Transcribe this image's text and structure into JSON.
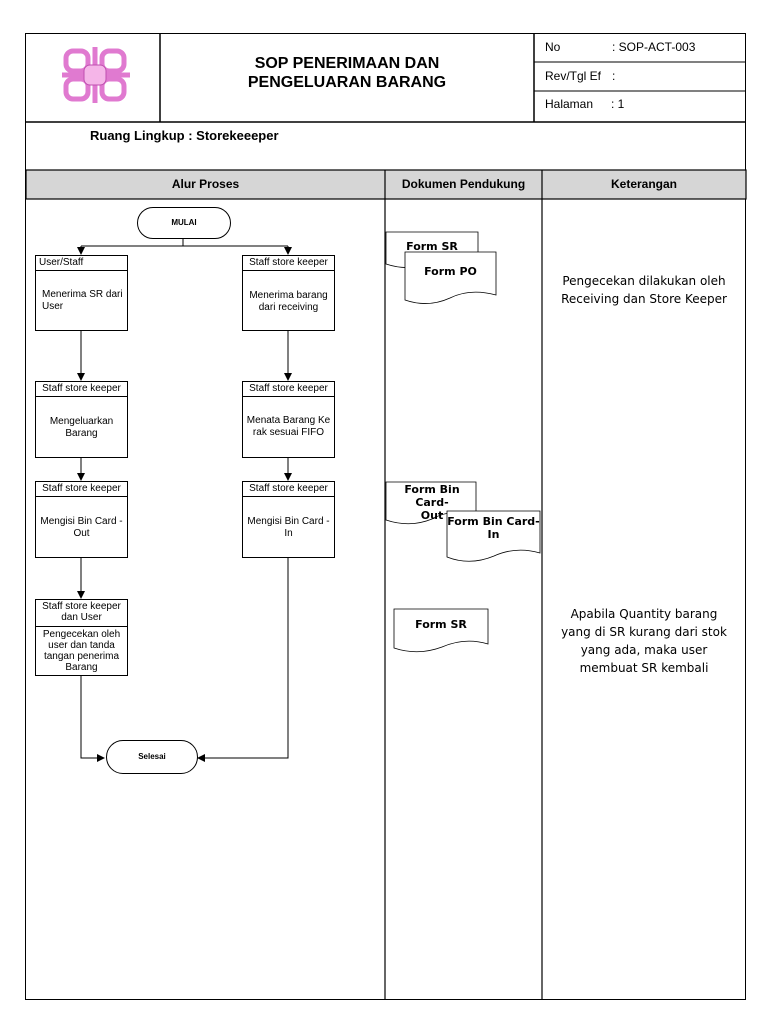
{
  "header": {
    "title_line1": "SOP PENERIMAAN DAN",
    "title_line2": "PENGELUARAN BARANG",
    "meta": [
      {
        "label": "No",
        "value": ": SOP-ACT-003"
      },
      {
        "label": "Rev/Tgl Ef",
        "value": ":"
      },
      {
        "label": "Halaman",
        "value": ": 1"
      }
    ],
    "logo_icon": "pink-knot-logo",
    "logo_color": "#e07ad0"
  },
  "scope": "Ruang Lingkup : Storekeeeper",
  "columns": [
    "Alur Proses",
    "Dokumen Pendukung",
    "Keterangan"
  ],
  "flow": {
    "start": "MULAI",
    "end": "Selesai",
    "left": [
      {
        "role": "User/Staff",
        "task": "Menerima SR dari User"
      },
      {
        "role": "Staff store keeper",
        "task": "Mengeluarkan Barang"
      },
      {
        "role": "Staff store keeper",
        "task": "Mengisi Bin Card - Out"
      },
      {
        "role": "Staff store keeper dan User",
        "task": "Pengecekan oleh user dan tanda tangan penerima Barang"
      }
    ],
    "right": [
      {
        "role": "Staff store keeper",
        "task": "Menerima barang dari receiving"
      },
      {
        "role": "Staff store keeper",
        "task": "Menata Barang Ke rak sesuai FIFO"
      },
      {
        "role": "Staff store keeper",
        "task": "Mengisi Bin Card - In"
      }
    ]
  },
  "documents": {
    "form_sr_1": "Form SR",
    "form_po": "Form PO",
    "bin_card_out_1": "Form Bin Card-",
    "bin_card_out_2": "Out",
    "bin_card_in_1": "Form Bin Card-",
    "bin_card_in_2": "In",
    "form_sr_2": "Form SR"
  },
  "notes": {
    "note1_line1": "Pengecekan dilakukan oleh",
    "note1_line2": "Receiving dan Store Keeper",
    "note2_line1": "Apabila Quantity barang",
    "note2_line2": "yang di SR kurang dari stok",
    "note2_line3": "yang ada, maka user",
    "note2_line4": "membuat SR kembali"
  }
}
